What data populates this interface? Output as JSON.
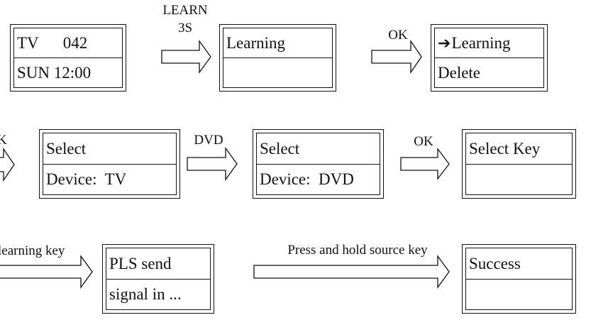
{
  "screens": {
    "home": {
      "line1": "TV      042",
      "line2": "SUN 12:00"
    },
    "learning": {
      "line1": "Learning",
      "line2": ""
    },
    "menu": {
      "pointer": "➔",
      "line1": "Learning",
      "line2": "Delete"
    },
    "select_tv": {
      "line1": "Select",
      "line2": "Device:  TV"
    },
    "select_dvd": {
      "line1": "Select",
      "line2": "Device:  DVD"
    },
    "select_key": {
      "line1": "Select Key",
      "line2": ""
    },
    "send_signal": {
      "line1": "PLS send",
      "line2": "signal in ..."
    },
    "success": {
      "line1": "Success",
      "line2": ""
    }
  },
  "arrows": {
    "learn_line1": "LEARN",
    "learn_line2": "3S",
    "ok_1": "OK",
    "ok_cont": "K",
    "dvd": "DVD",
    "ok_2": "OK",
    "learning_key": "learning key",
    "press_hold": "Press and hold source key"
  }
}
